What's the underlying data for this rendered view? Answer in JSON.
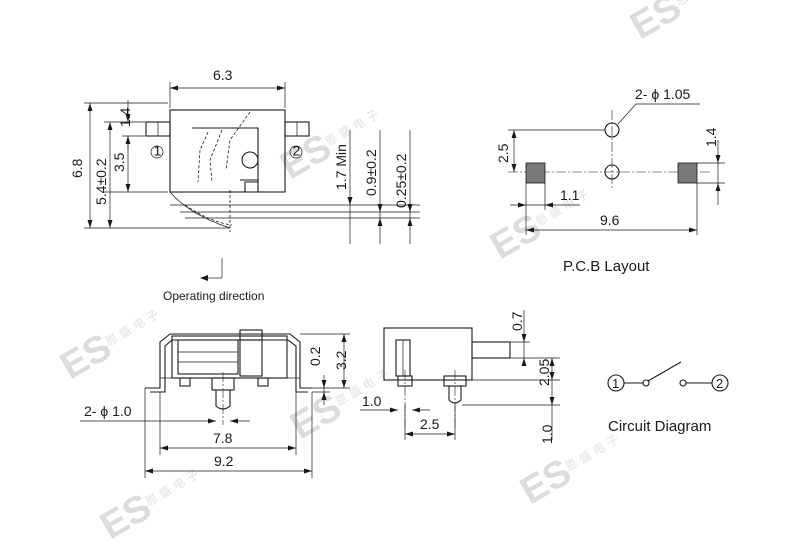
{
  "watermark": {
    "brand": "ES",
    "cn": "恩 盛 电 子"
  },
  "top_view": {
    "dim_width": "6.3",
    "dim_height": "6.8",
    "dim_pin": "1.4",
    "dim_body": "3.5",
    "dim_to_pin": "5.4±0.2",
    "dim_travel_min": "1.7 Min",
    "dim_travel": "0.9±0.2",
    "dim_small": "0.25±0.2",
    "pin1": "1",
    "pin2": "2"
  },
  "operating_direction": "Operating direction",
  "pcb": {
    "title": "P.C.B Layout",
    "hole": "2- ϕ 1.05",
    "dim_vert": "2.5",
    "dim_pad": "1.4",
    "dim_offset": "1.1",
    "dim_width": "9.6"
  },
  "front_view": {
    "dim_pin_dia": "2- ϕ 1.0",
    "dim_inner": "7.8",
    "dim_outer": "9.2",
    "dim_small": "0.2",
    "dim_height": "3.2"
  },
  "side_view": {
    "dim_top": "0.7",
    "dim_stem": "2.05",
    "dim_left": "1.0",
    "dim_base": "2.5",
    "dim_pin": "1.0"
  },
  "circuit": {
    "title": "Circuit Diagram",
    "pin1": "1",
    "pin2": "2"
  }
}
